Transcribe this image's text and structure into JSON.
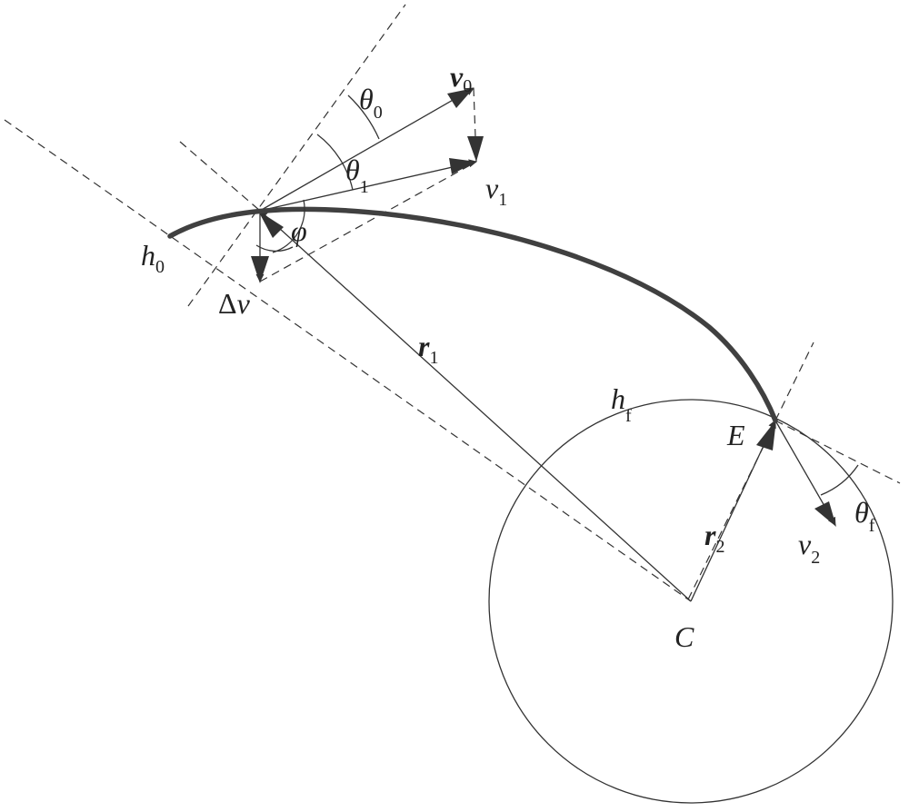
{
  "labels": {
    "v0": {
      "main": "v",
      "sub": "0"
    },
    "v1": {
      "main": "v",
      "sub": "1"
    },
    "v2": {
      "main": "v",
      "sub": "2"
    },
    "theta0": {
      "main": "θ",
      "sub": "0"
    },
    "theta1": {
      "main": "θ",
      "sub": "1"
    },
    "thetaf": {
      "main": "θ",
      "sub": "f"
    },
    "phi": {
      "main": "φ"
    },
    "h0": {
      "main": "h",
      "sub": "0"
    },
    "hf": {
      "main": "h",
      "sub": "f"
    },
    "dv": {
      "delta": "Δ",
      "main": "v"
    },
    "r1": {
      "main": "r",
      "sub": "1"
    },
    "r2": {
      "main": "r",
      "sub": "2"
    },
    "E": {
      "main": "E"
    },
    "C": {
      "main": "C"
    }
  }
}
